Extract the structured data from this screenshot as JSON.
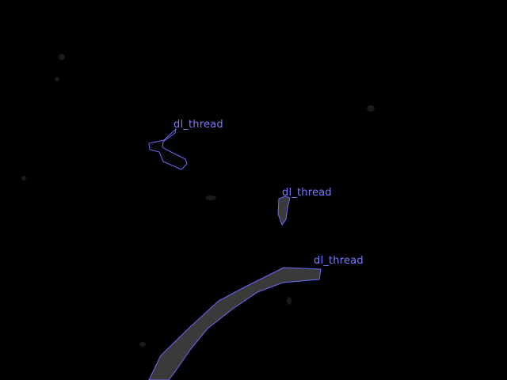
{
  "image": {
    "background_color": "#000000"
  },
  "annotation_style": {
    "outline_color": "#6a6aff",
    "label_color": "#7a7aff",
    "fill_color": "#3a3a3a"
  },
  "annotations": [
    {
      "label": "dl_thread"
    },
    {
      "label": "dl_thread"
    },
    {
      "label": "dl_thread"
    }
  ]
}
